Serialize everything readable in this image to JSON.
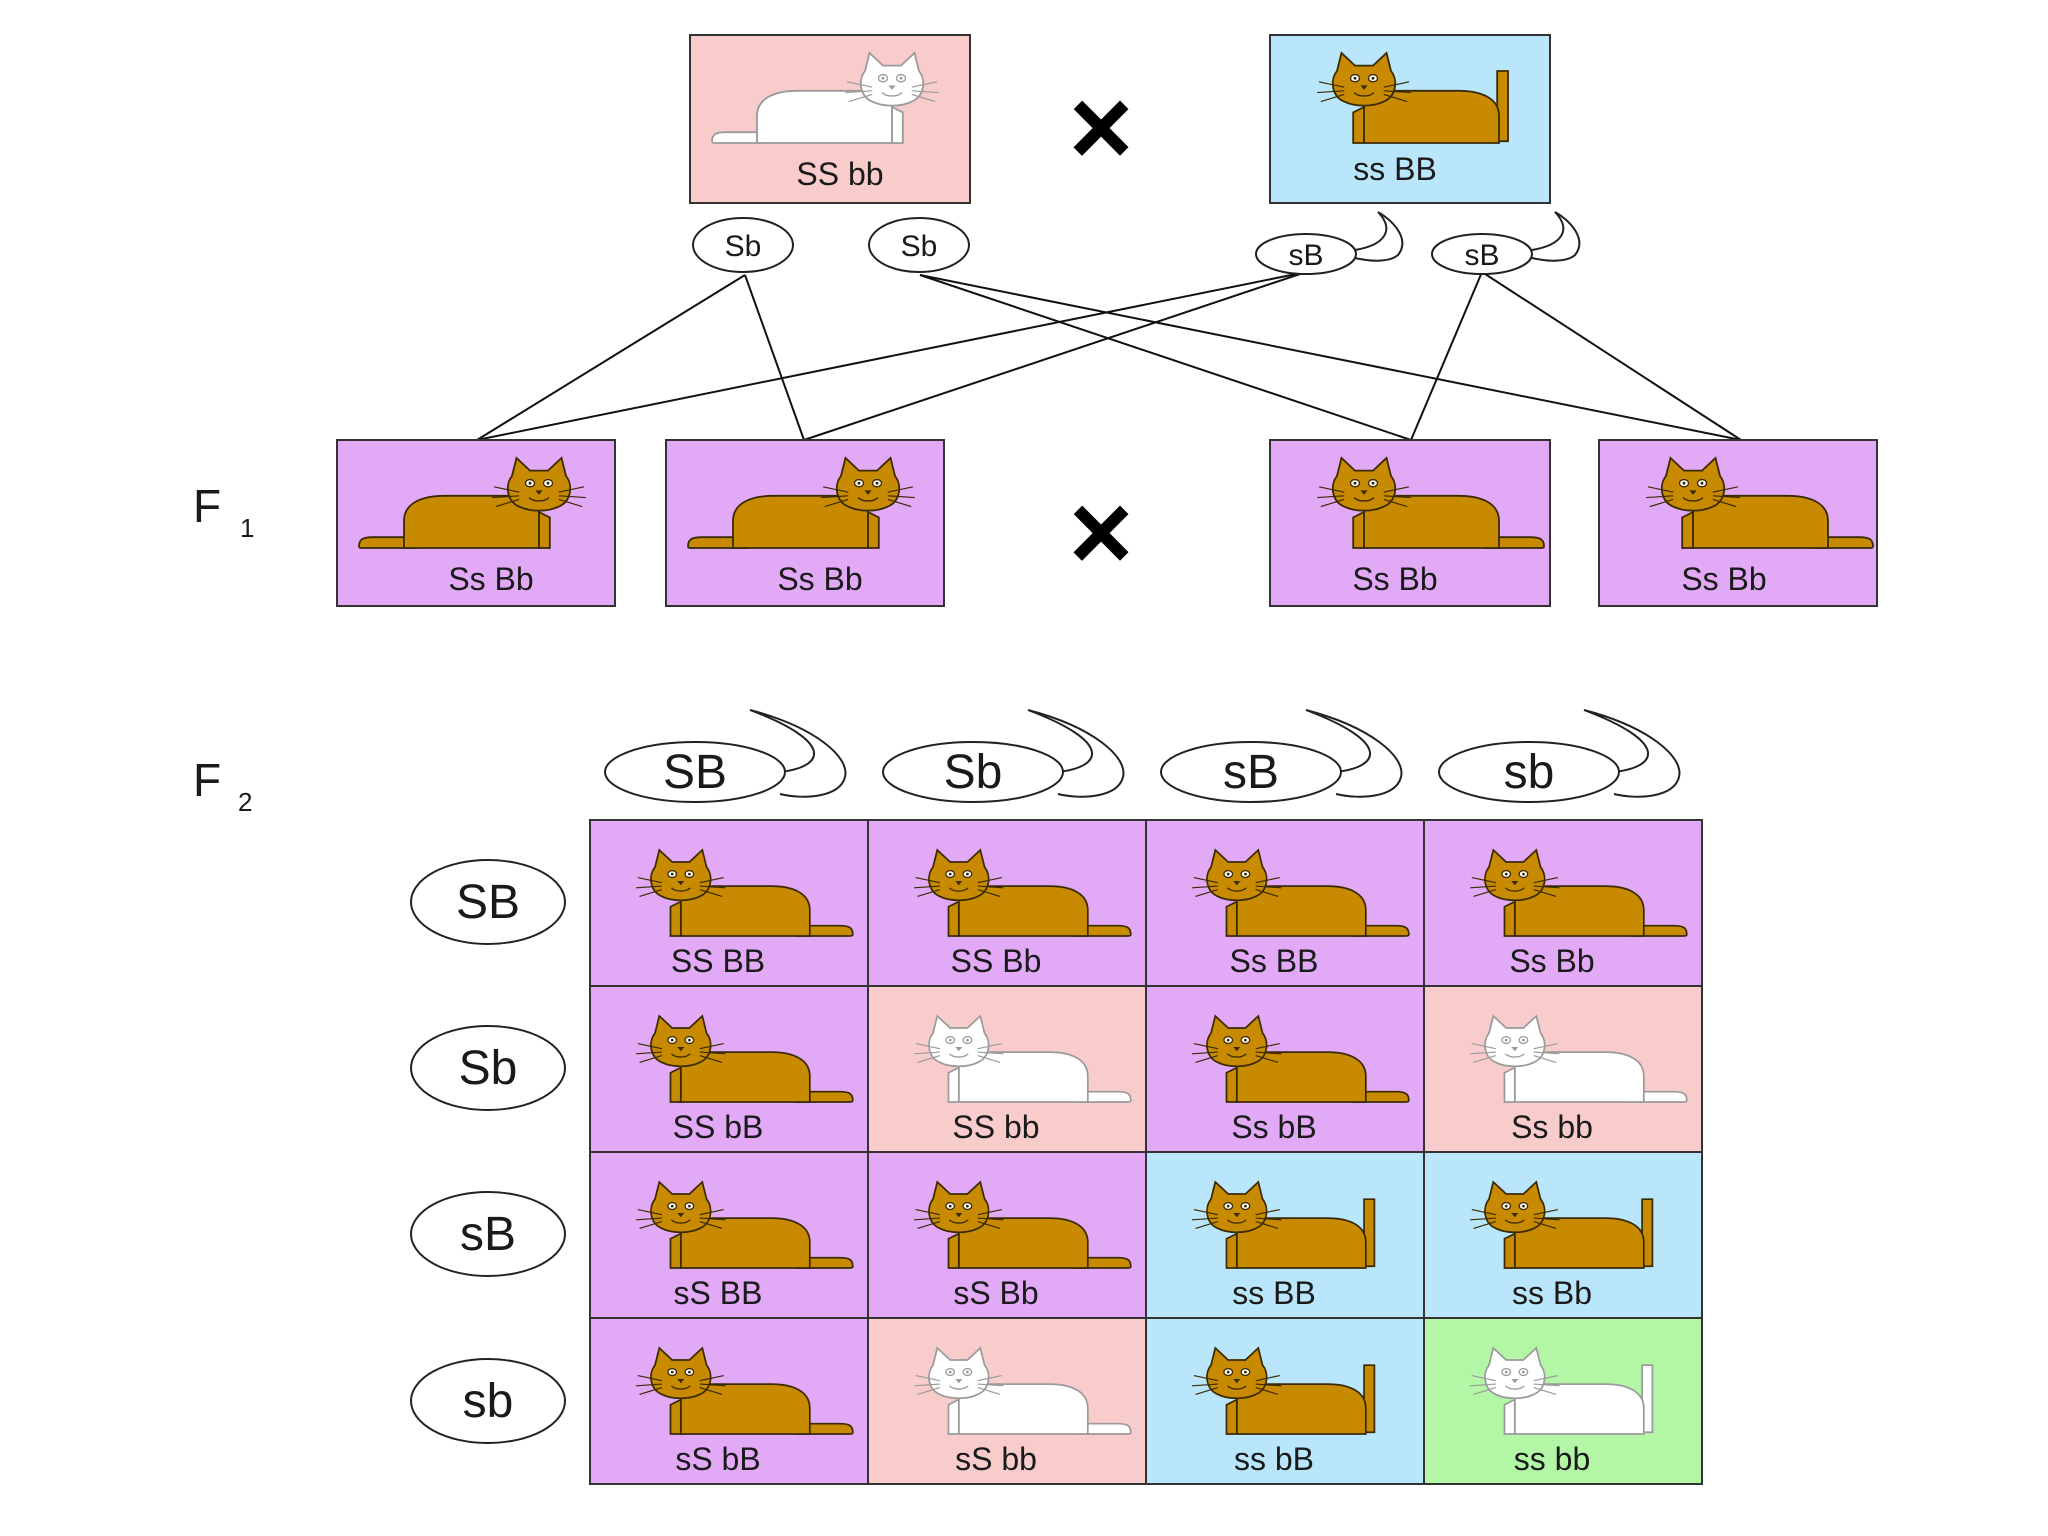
{
  "parents": [
    {
      "genotype": "SS bb",
      "phenotype": "white",
      "tail": "short",
      "bg": "#f9cccc"
    },
    {
      "genotype": "ss BB",
      "phenotype": "orange",
      "tail": "long",
      "bg": "#b9e6fb"
    }
  ],
  "cross_symbol": "×",
  "parent_gametes": [
    {
      "label": "Sb",
      "kind": "egg"
    },
    {
      "label": "Sb",
      "kind": "egg"
    },
    {
      "label": "sB",
      "kind": "sperm"
    },
    {
      "label": "sB",
      "kind": "sperm"
    }
  ],
  "f1": {
    "label_main": "F",
    "label_sub": "1",
    "offspring": [
      {
        "genotype": "Ss Bb",
        "phenotype": "orange",
        "tail": "short",
        "bg": "#e2a9f7"
      },
      {
        "genotype": "Ss Bb",
        "phenotype": "orange",
        "tail": "short",
        "bg": "#e2a9f7"
      },
      {
        "genotype": "Ss Bb",
        "phenotype": "orange",
        "tail": "short",
        "bg": "#e2a9f7"
      },
      {
        "genotype": "Ss Bb",
        "phenotype": "orange",
        "tail": "short",
        "bg": "#e2a9f7"
      }
    ]
  },
  "f2": {
    "label_main": "F",
    "label_sub": "2",
    "sperm_gametes": [
      "SB",
      "Sb",
      "sB",
      "sb"
    ],
    "egg_gametes": [
      "SB",
      "Sb",
      "sB",
      "sb"
    ],
    "grid": [
      [
        {
          "genotype": "SS BB",
          "phenotype": "orange",
          "tail": "short",
          "bg": "#e2a9f7"
        },
        {
          "genotype": "SS Bb",
          "phenotype": "orange",
          "tail": "short",
          "bg": "#e2a9f7"
        },
        {
          "genotype": "Ss BB",
          "phenotype": "orange",
          "tail": "short",
          "bg": "#e2a9f7"
        },
        {
          "genotype": "Ss Bb",
          "phenotype": "orange",
          "tail": "short",
          "bg": "#e2a9f7"
        }
      ],
      [
        {
          "genotype": "SS bB",
          "phenotype": "orange",
          "tail": "short",
          "bg": "#e2a9f7"
        },
        {
          "genotype": "SS bb",
          "phenotype": "white",
          "tail": "short",
          "bg": "#f9cccc"
        },
        {
          "genotype": "Ss bB",
          "phenotype": "orange",
          "tail": "short",
          "bg": "#e2a9f7"
        },
        {
          "genotype": "Ss bb",
          "phenotype": "white",
          "tail": "short",
          "bg": "#f9cccc"
        }
      ],
      [
        {
          "genotype": "sS BB",
          "phenotype": "orange",
          "tail": "short",
          "bg": "#e2a9f7"
        },
        {
          "genotype": "sS Bb",
          "phenotype": "orange",
          "tail": "short",
          "bg": "#e2a9f7"
        },
        {
          "genotype": "ss BB",
          "phenotype": "orange",
          "tail": "long",
          "bg": "#b9e6fb"
        },
        {
          "genotype": "ss Bb",
          "phenotype": "orange",
          "tail": "long",
          "bg": "#b9e6fb"
        }
      ],
      [
        {
          "genotype": "sS bB",
          "phenotype": "orange",
          "tail": "short",
          "bg": "#e2a9f7"
        },
        {
          "genotype": "sS bb",
          "phenotype": "white",
          "tail": "short",
          "bg": "#f9cccc"
        },
        {
          "genotype": "ss bB",
          "phenotype": "orange",
          "tail": "long",
          "bg": "#b9e6fb"
        },
        {
          "genotype": "ss bb",
          "phenotype": "white",
          "tail": "long",
          "bg": "#b3f7a6"
        }
      ]
    ]
  },
  "colors": {
    "orange_fur": "#c78a00",
    "white_fur": "#ffffff",
    "outline": "#3a2a00",
    "white_outline": "#9a9a9a",
    "box_border": "#333333",
    "line": "#111111"
  }
}
